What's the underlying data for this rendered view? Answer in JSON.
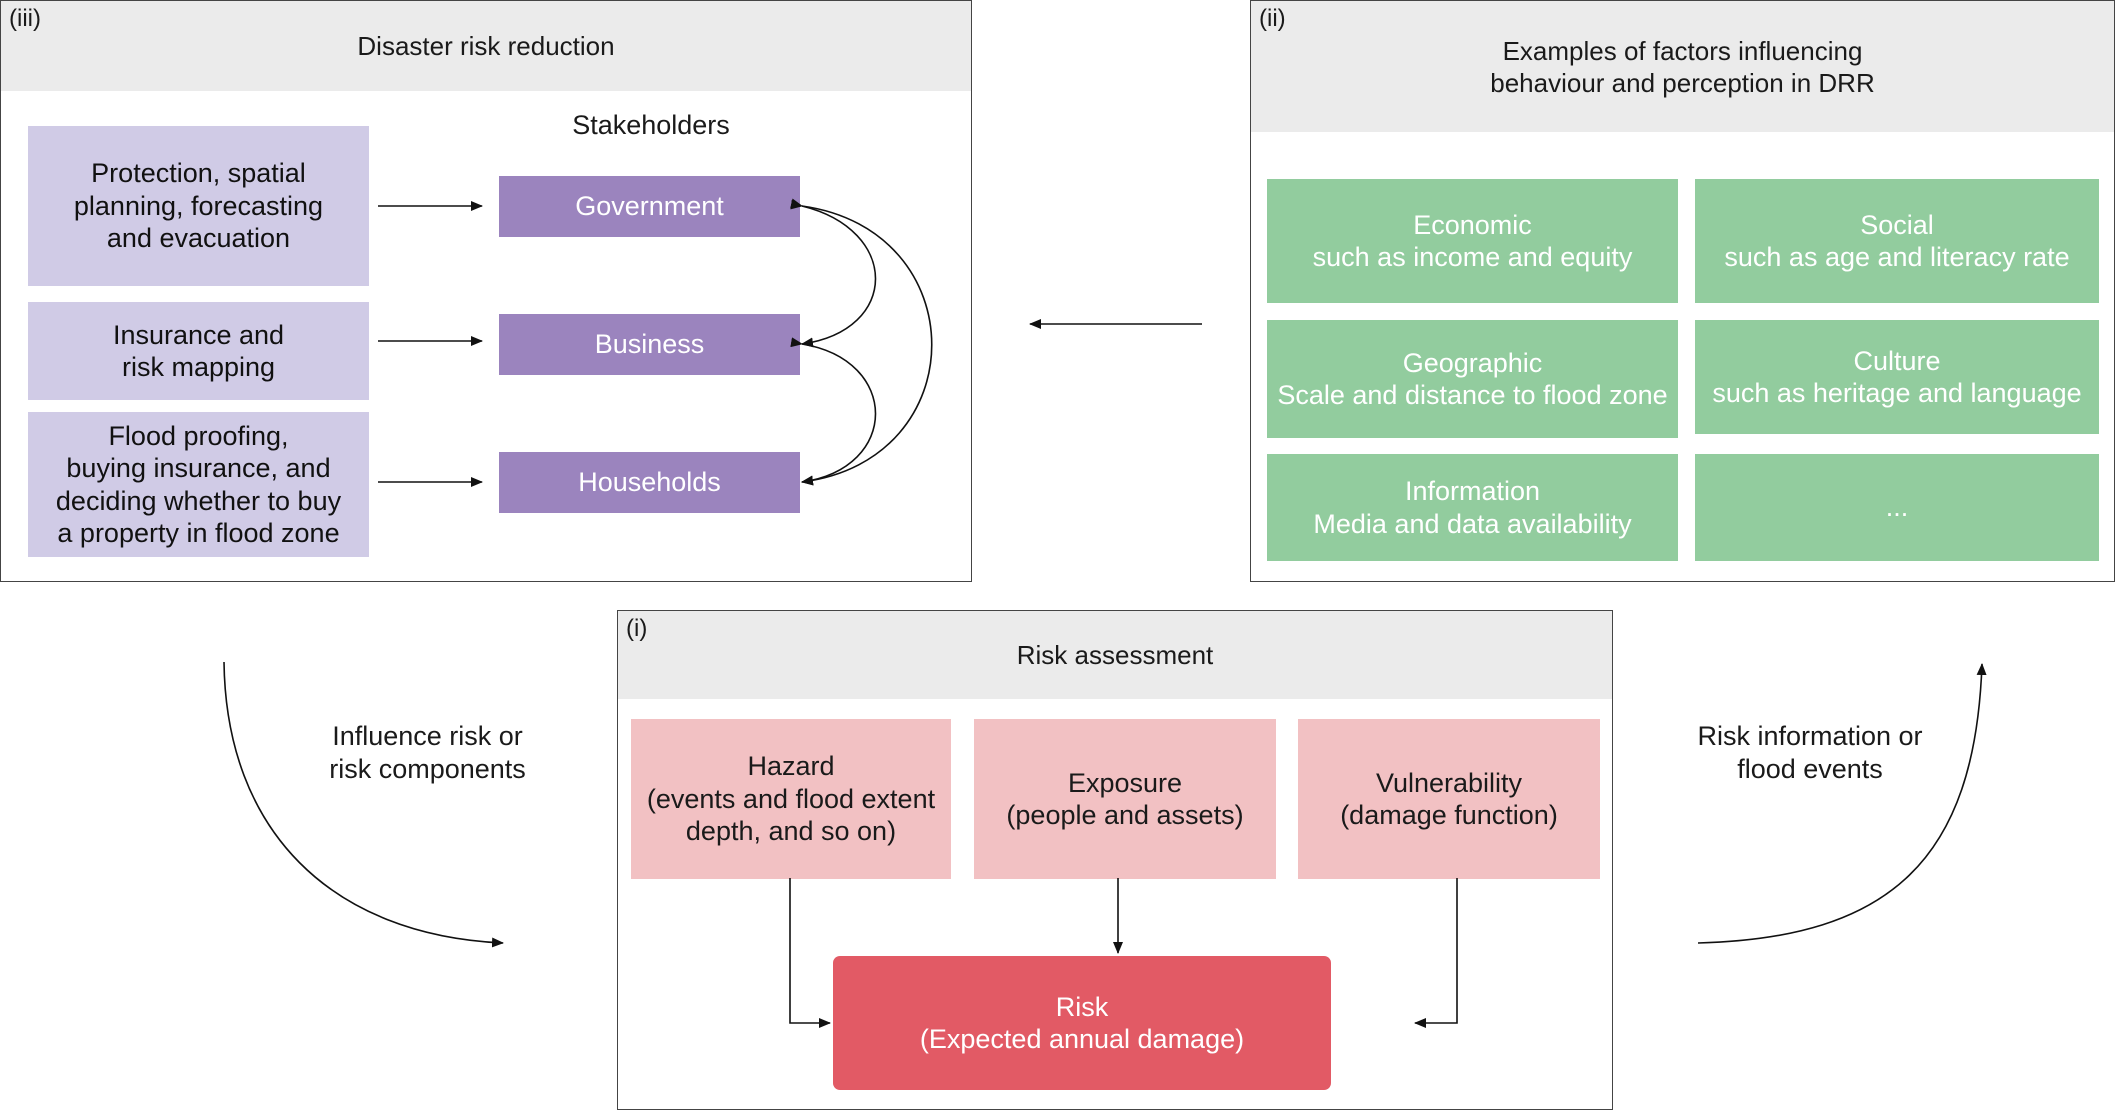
{
  "panel_drr": {
    "tag": "(iii)",
    "title": "Disaster risk reduction",
    "stakeholders_label": "Stakeholders",
    "actions": [
      "Protection, spatial\nplanning, forecasting\nand evacuation",
      "Insurance and\nrisk mapping",
      "Flood proofing,\nbuying insurance, and\ndeciding whether to buy\na property in flood zone"
    ],
    "stakeholders": [
      "Government",
      "Business",
      "Households"
    ],
    "colors": {
      "action": "#d0cbe6",
      "stakeholder": "#9b84be"
    }
  },
  "panel_factors": {
    "tag": "(ii)",
    "title": "Examples of factors influencing\nbehaviour and perception in DRR",
    "factors": [
      "Economic\nsuch as income and equity",
      "Social\nsuch as age and literacy rate",
      "Geographic\nScale and distance to flood zone",
      "Culture\nsuch as heritage and language",
      "Information\nMedia and data availability",
      "..."
    ],
    "colors": {
      "factor": "#92cc9e"
    }
  },
  "panel_risk": {
    "tag": "(i)",
    "title": "Risk assessment",
    "components": [
      "Hazard\n(events and flood extent\ndepth, and so on)",
      "Exposure\n(people and assets)",
      "Vulnerability\n(damage function)"
    ],
    "risk": "Risk\n(Expected annual damage)",
    "colors": {
      "component": "#f2c1c3",
      "risk": "#e25a65"
    }
  },
  "connectors": {
    "left_label": "Influence risk or\nrisk components",
    "right_label": "Risk information or\nflood events"
  }
}
